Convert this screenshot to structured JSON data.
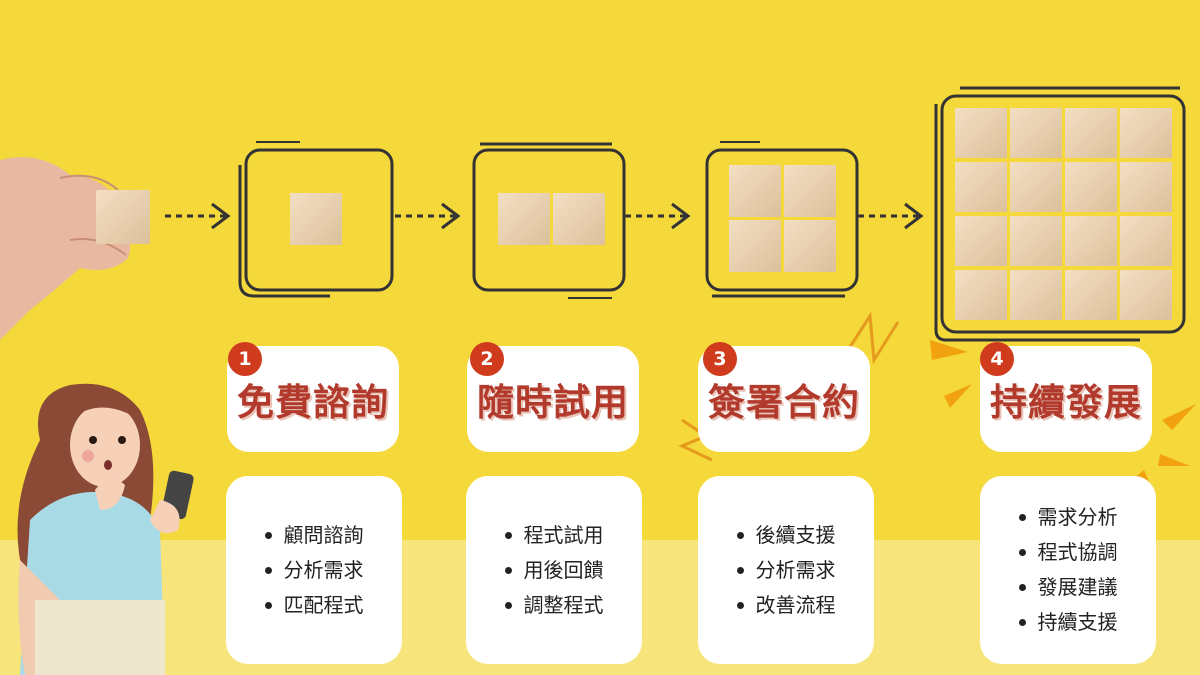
{
  "steps": [
    {
      "number": "1",
      "title": "免費諮詢",
      "items": [
        "顧問諮詢",
        "分析需求",
        "匹配程式"
      ]
    },
    {
      "number": "2",
      "title": "隨時試用",
      "items": [
        "程式試用",
        "用後回饋",
        "調整程式"
      ]
    },
    {
      "number": "3",
      "title": "簽署合約",
      "items": [
        "後續支援",
        "分析需求",
        "改善流程"
      ]
    },
    {
      "number": "4",
      "title": "持續發展",
      "items": [
        "需求分析",
        "程式協調",
        "發展建議",
        "持續支援"
      ]
    }
  ],
  "colors": {
    "background": "#f5d83a",
    "title_text": "#b23a2c",
    "badge": "#d03b1e",
    "card": "#ffffff"
  }
}
